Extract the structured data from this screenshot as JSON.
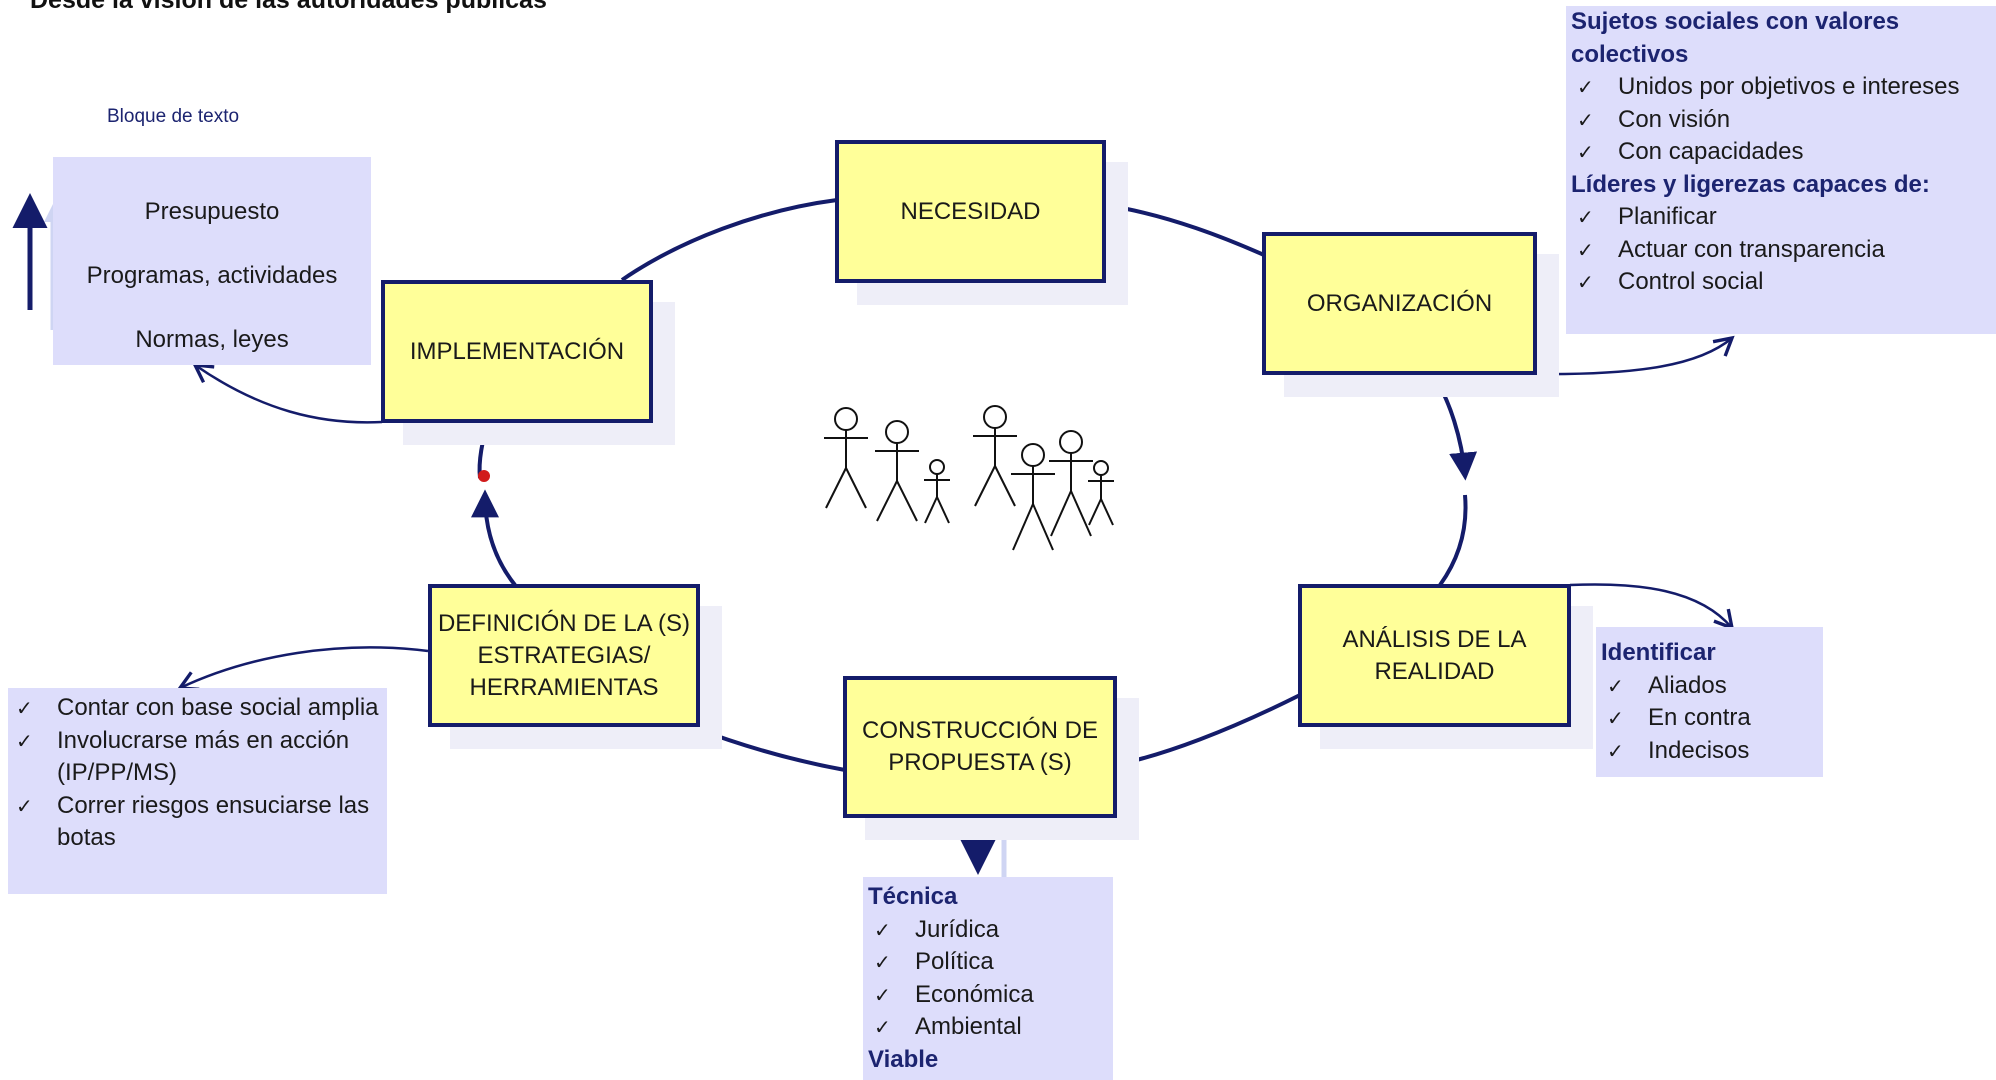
{
  "header": {
    "title": "Desde la visión de las autoridades públicas"
  },
  "text_block_caption": "Bloque de texto",
  "steps": {
    "necesidad": "NECESIDAD",
    "organizacion": "ORGANIZACIÓN",
    "analisis": "ANÁLISIS DE LA REALIDAD",
    "construccion": "CONSTRUCCIÓN DE PROPUESTA (S)",
    "definicion": "DEFINICIÓN DE LA (S) ESTRATEGIAS/ HERRAMIENTAS",
    "implementacion": "IMPLEMENTACIÓN"
  },
  "panels": {
    "implementacion": [
      "Presupuesto",
      "Programas, actividades",
      "Normas, leyes"
    ],
    "organizacion": {
      "heading1": "Sujetos sociales con valores colectivos",
      "items1": [
        "Unidos por objetivos e intereses",
        "Con visión",
        "Con capacidades"
      ],
      "heading2": "Líderes y ligerezas capaces de:",
      "items2": [
        "Planificar",
        "Actuar con transparencia",
        "Control social"
      ]
    },
    "analisis": {
      "heading": "Identificar",
      "items": [
        "Aliados",
        "En contra",
        "Indecisos"
      ]
    },
    "construccion": {
      "heading1": "Técnica",
      "items": [
        "Jurídica",
        "Política",
        "Económica",
        "Ambiental"
      ],
      "heading2": "Viable"
    },
    "definicion": {
      "items": [
        "Contar con base social amplia",
        "Involucrarse más en acción (IP/PP/MS)",
        "Correr riesgos ensuciarse las botas"
      ]
    }
  },
  "icons": {
    "people": "stick-figures-group-icon",
    "check": "checkmark-icon"
  },
  "colors": {
    "box_fill": "#ffff99",
    "box_border": "#141c6a",
    "panel_fill": "#ddddfb",
    "arrow": "#141c6a"
  }
}
